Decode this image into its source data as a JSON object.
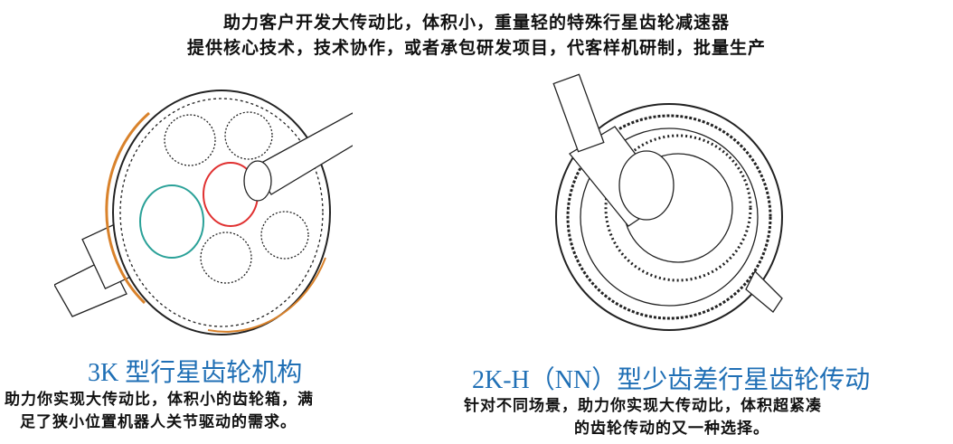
{
  "header": {
    "line1": "助力客户开发大传动比，体积小，重量轻的特殊行星齿轮减速器",
    "line2": "提供核心技术，技术协作，或者承包研发项目，代客样机研制，批量生产"
  },
  "left": {
    "title": "3K 型行星齿轮机构",
    "desc_line1": "助力你实现大传动比，体积小的齿轮箱，满",
    "desc_line2": "足了狭小位置机器人关节驱动的需求。"
  },
  "right": {
    "title": "2K-H（NN）型少齿差行星齿轮传动",
    "desc_line1": "针对不同场景，助力你实现大传动比，体积超紧凑",
    "desc_line2": "的齿轮传动的又一种选择。"
  },
  "colors": {
    "title": "#1f6fb5",
    "teal": "#2aa198",
    "red": "#e03030",
    "orange": "#d9822b"
  }
}
